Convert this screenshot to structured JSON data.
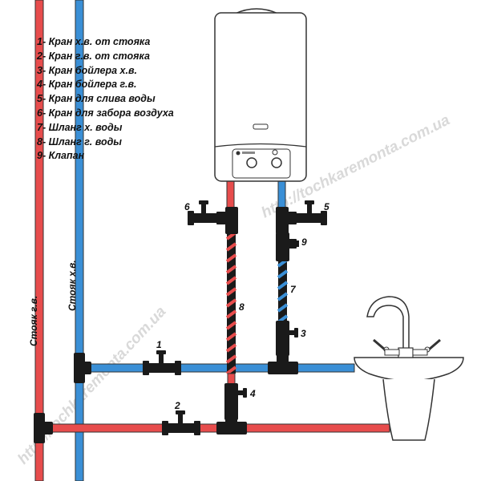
{
  "legend": [
    "1- Кран х.в. от стояка",
    "2- Кран г.в. от стояка",
    "3- Кран бойлера х.в.",
    "4- Кран бойлера г.в.",
    "5- Кран для слива воды",
    "6- Кран для забора воздуха",
    "7- Шланг х. воды",
    "8- Шланг г. воды",
    "9- Клапан"
  ],
  "riser_labels": {
    "hot": "Стояк г.в.",
    "cold": "Стояк х.в."
  },
  "callouts": {
    "n1": "1",
    "n2": "2",
    "n3": "3",
    "n4": "4",
    "n5": "5",
    "n6": "6",
    "n7": "7",
    "n8": "8",
    "n9": "9"
  },
  "watermark": "http://tochkaremonta.com.ua",
  "colors": {
    "hot": "#e74c4c",
    "cold": "#3a8fd6",
    "fitting": "#1a1a1a",
    "heater_outline": "#333333"
  }
}
